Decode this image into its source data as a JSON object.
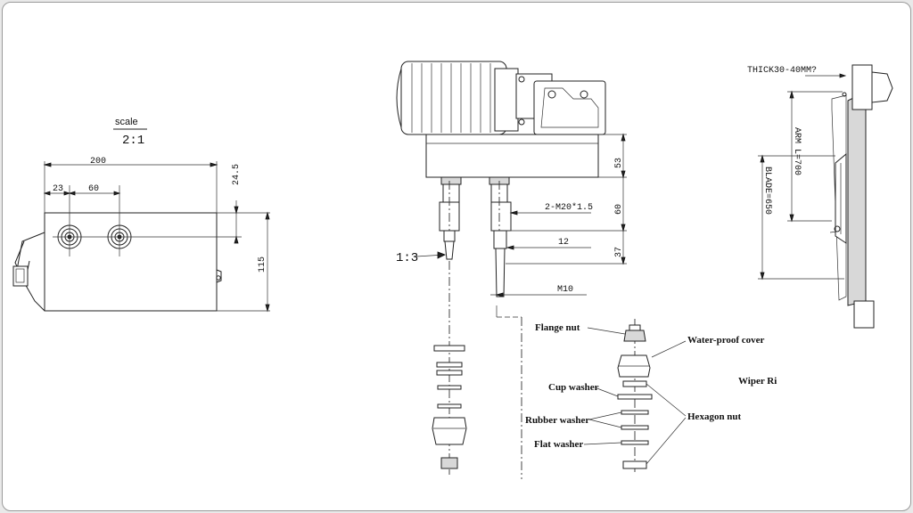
{
  "scale": {
    "title": "scale",
    "value": "2:1"
  },
  "front_view": {
    "dim_200": "200",
    "dim_23": "23",
    "dim_60": "60",
    "dim_24_5": "24.5",
    "dim_115": "115"
  },
  "side_view": {
    "dim_53": "53",
    "dim_60": "60",
    "dim_37": "37",
    "thread": "2-M20*1.5",
    "dim_12": "12",
    "thread_m10": "M10",
    "ratio": "1:3"
  },
  "right_view": {
    "thick": "THICK30-40MM?",
    "arm": "ARM L=700",
    "blade": "BLADE=650"
  },
  "parts": {
    "flange_nut": "Flange nut",
    "water_proof_cover": "Water-proof cover",
    "wiper_ri": "Wiper Ri",
    "cup_washer": "Cup washer",
    "rubber_washer": "Rubber washer",
    "hexagon_nut": "Hexagon nut",
    "flat_washer": "Flat washer"
  }
}
